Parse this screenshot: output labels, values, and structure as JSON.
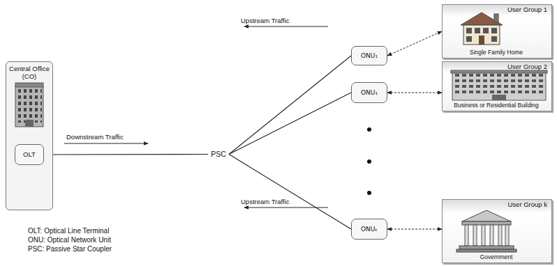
{
  "diagram": {
    "nodes": [
      {
        "text": [
          "Central Office (CO)"
        ]
      },
      {
        "text": [
          "OLT"
        ],
        "in": 0
      },
      {
        "text": [
          "PSC"
        ]
      },
      {
        "text": [
          "ONU₁"
        ]
      },
      {
        "text": [
          "ONU₁"
        ]
      },
      {
        "text": [
          "ONUₖ"
        ]
      },
      {
        "text": [
          "User Group 1",
          "Single Family Home"
        ]
      },
      {
        "text": [
          "User Group 2",
          "Business or Residential Building"
        ]
      },
      {
        "text": [
          "User Group k",
          "Government"
        ]
      }
    ],
    "edges": [
      {
        "from": 1,
        "to": 2,
        "arrow": "none"
      },
      {
        "from": 2,
        "to": 3,
        "arrow": "none"
      },
      {
        "from": 2,
        "to": 4,
        "arrow": "none"
      },
      {
        "from": 2,
        "to": 5,
        "arrow": "none"
      },
      {
        "from": 3,
        "to": 6,
        "arrow": "both"
      },
      {
        "from": 4,
        "to": 7,
        "arrow": "both"
      },
      {
        "from": 5,
        "to": 8,
        "arrow": "both"
      }
    ],
    "labels": [
      "Upstream Traffic",
      "Downstream Traffic",
      "Upstream Traffic",
      "OLT: Optical Line Terminal",
      "ONU: Optical Network Unit",
      "PSC: Passive Star Coupler"
    ]
  }
}
